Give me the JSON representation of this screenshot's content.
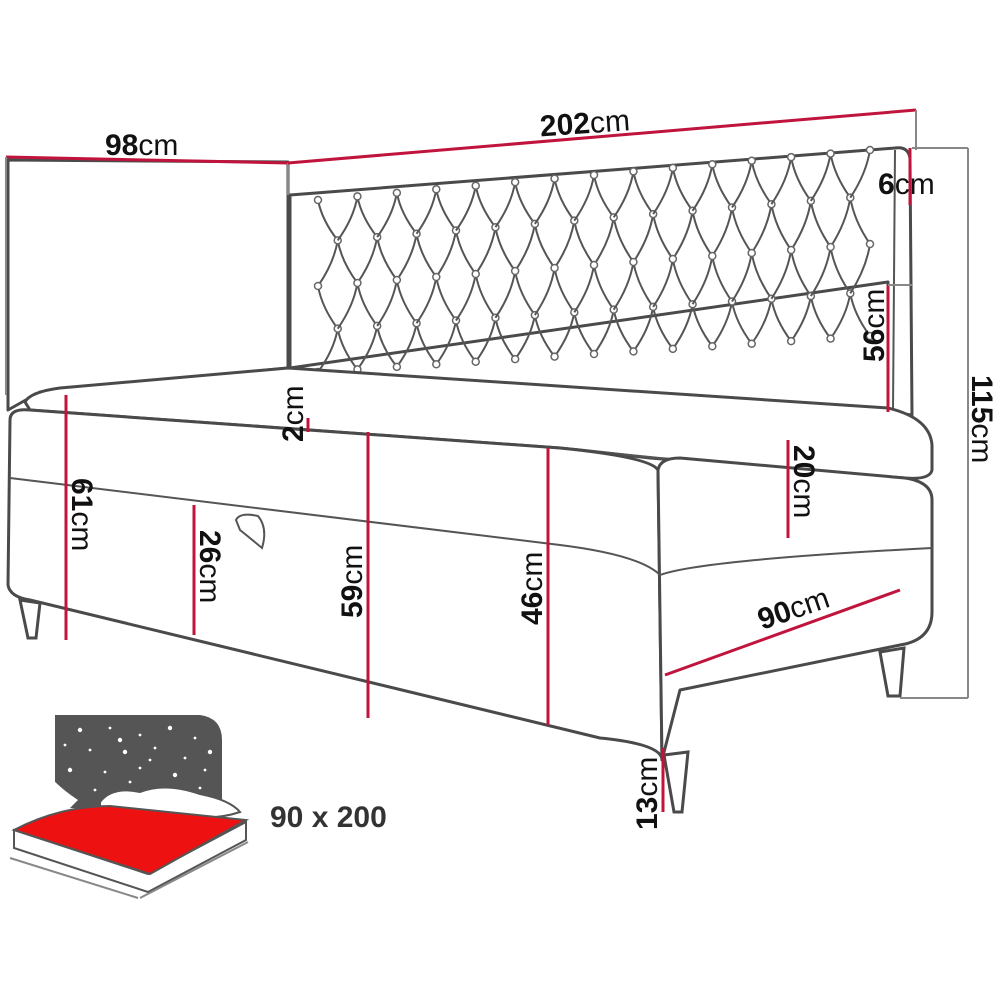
{
  "dimensions": {
    "depth_total": {
      "value": "98",
      "unit": "cm"
    },
    "length_total": {
      "value": "202",
      "unit": "cm"
    },
    "headboard_thickness": {
      "value": "6",
      "unit": "cm"
    },
    "headboard_visible_height": {
      "value": "56",
      "unit": "cm"
    },
    "total_height": {
      "value": "115",
      "unit": "cm"
    },
    "topper_thickness": {
      "value": "2",
      "unit": "cm"
    },
    "mattress_height": {
      "value": "20",
      "unit": "cm"
    },
    "side_height": {
      "value": "61",
      "unit": "cm"
    },
    "storage_depth": {
      "value": "26",
      "unit": "cm"
    },
    "sleeping_height": {
      "value": "59",
      "unit": "cm"
    },
    "base_height": {
      "value": "46",
      "unit": "cm"
    },
    "mattress_width": {
      "value": "90",
      "unit": "cm"
    },
    "leg_height": {
      "value": "13",
      "unit": "cm"
    }
  },
  "size_icon": {
    "label": "90 x 200"
  },
  "colors": {
    "dimension_line": "#c0143c",
    "outline": "#4a4a4a",
    "mattress_red": "#ee1111",
    "night_sky": "#555555"
  }
}
